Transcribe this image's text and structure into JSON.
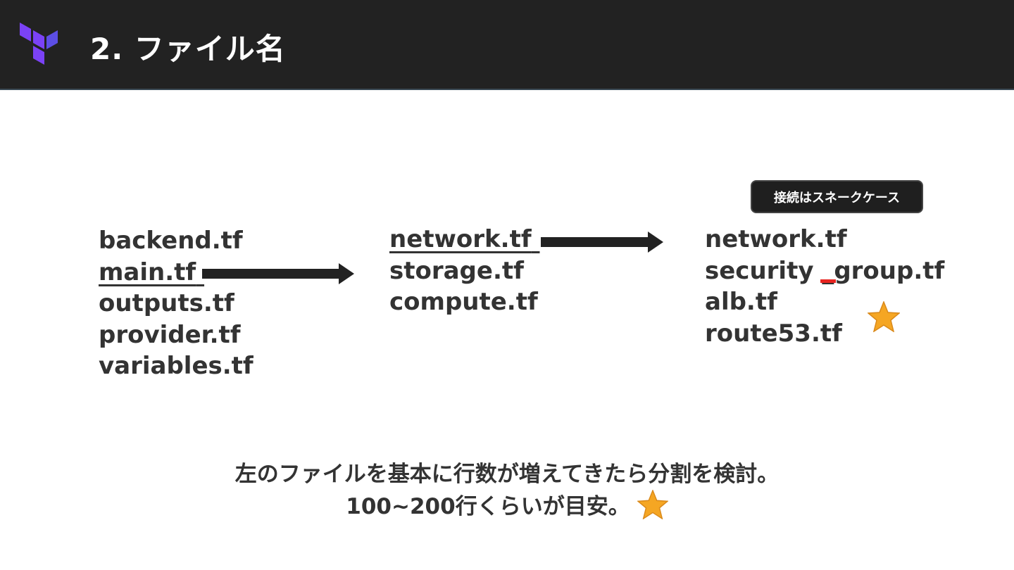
{
  "header": {
    "title": "2. ファイル名",
    "logo_icon": "terraform-logo-icon",
    "logo_color": "#7b42f6",
    "background": "#222222"
  },
  "column_left": {
    "files": [
      "backend.tf",
      "main.tf",
      "outputs.tf",
      "provider.tf",
      "variables.tf"
    ],
    "underlined": "main.tf"
  },
  "column_middle": {
    "files": [
      "network.tf",
      "storage.tf",
      "compute.tf"
    ],
    "underlined": "network.tf"
  },
  "column_right": {
    "files": [
      "network.tf",
      "security _group.tf",
      "alb.tf",
      "route53.tf"
    ],
    "highlight_color": "#e8231f"
  },
  "badge": {
    "label": "接続はスネークケース"
  },
  "footer": {
    "line1": "左のファイルを基本に行数が増えてきたら分割を検討。",
    "line2": "100~200行くらいが目安。"
  },
  "icons": {
    "arrow": "right-arrow-icon",
    "star": "star-icon",
    "star_color": "#f5a623"
  }
}
